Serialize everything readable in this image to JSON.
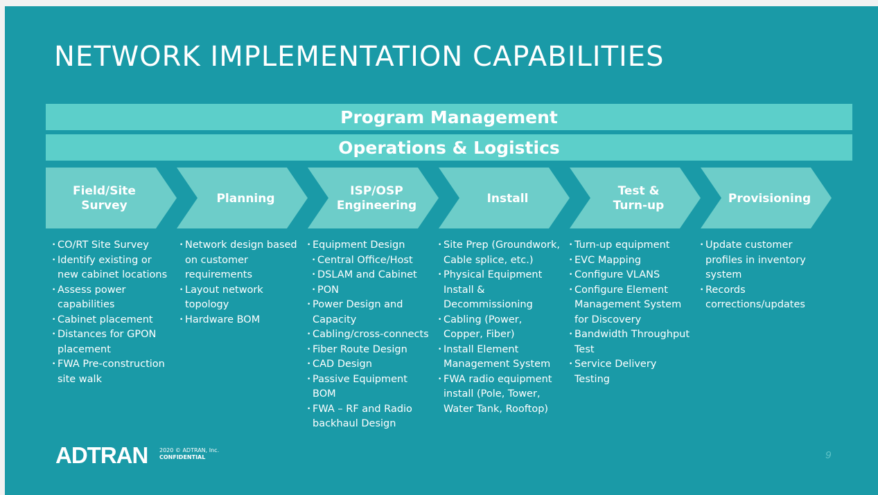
{
  "slide": {
    "title": "NETWORK IMPLEMENTATION CAPABILITIES",
    "bar1": "Program Management",
    "bar2": "Operations & Logistics",
    "colors": {
      "background": "#1a9aa7",
      "bar": "#5ccfca",
      "chevron": "#6dcdc9"
    },
    "phases": [
      {
        "label": "Field/Site\nSurvey",
        "items": [
          {
            "text": "CO/RT Site Survey"
          },
          {
            "text": "Identify existing or new cabinet locations"
          },
          {
            "text": "Assess power capabilities"
          },
          {
            "text": "Cabinet placement"
          },
          {
            "text": "Distances for GPON placement"
          },
          {
            "text": "FWA Pre-construction site walk"
          }
        ]
      },
      {
        "label": "Planning",
        "items": [
          {
            "text": "Network design based on customer requirements"
          },
          {
            "text": "Layout network topology"
          },
          {
            "text": "Hardware BOM"
          }
        ]
      },
      {
        "label": "ISP/OSP\nEngineering",
        "items": [
          {
            "text": "Equipment Design"
          },
          {
            "text": "Central Office/Host",
            "sub": true
          },
          {
            "text": "DSLAM and Cabinet",
            "sub": true
          },
          {
            "text": "PON",
            "sub": true
          },
          {
            "text": "Power Design and Capacity"
          },
          {
            "text": "Cabling/cross-connects"
          },
          {
            "text": "Fiber Route Design"
          },
          {
            "text": "CAD Design"
          },
          {
            "text": "Passive Equipment BOM"
          },
          {
            "text": "FWA – RF and Radio backhaul Design"
          }
        ]
      },
      {
        "label": "Install",
        "items": [
          {
            "text": "Site Prep (Groundwork, Cable splice, etc.)"
          },
          {
            "text": "Physical Equipment Install & Decommissioning"
          },
          {
            "text": "Cabling (Power, Copper, Fiber)"
          },
          {
            "text": "Install Element Management System"
          },
          {
            "text": "FWA radio equipment install (Pole, Tower, Water Tank, Rooftop)"
          }
        ]
      },
      {
        "label": "Test &\nTurn-up",
        "items": [
          {
            "text": "Turn-up equipment"
          },
          {
            "text": "EVC Mapping"
          },
          {
            "text": "Configure VLANS"
          },
          {
            "text": "Configure Element Management System for Discovery"
          },
          {
            "text": "Bandwidth Throughput Test"
          },
          {
            "text": "Service Delivery Testing"
          }
        ]
      },
      {
        "label": "Provisioning",
        "items": [
          {
            "text": "Update customer profiles in inventory system"
          },
          {
            "text": "Records corrections/updates"
          }
        ]
      }
    ],
    "logo_text": "ADTRAN",
    "copyright_line1": "2020 © ADTRAN, Inc.",
    "copyright_line2": "CONFIDENTIAL",
    "page_number": "9"
  }
}
